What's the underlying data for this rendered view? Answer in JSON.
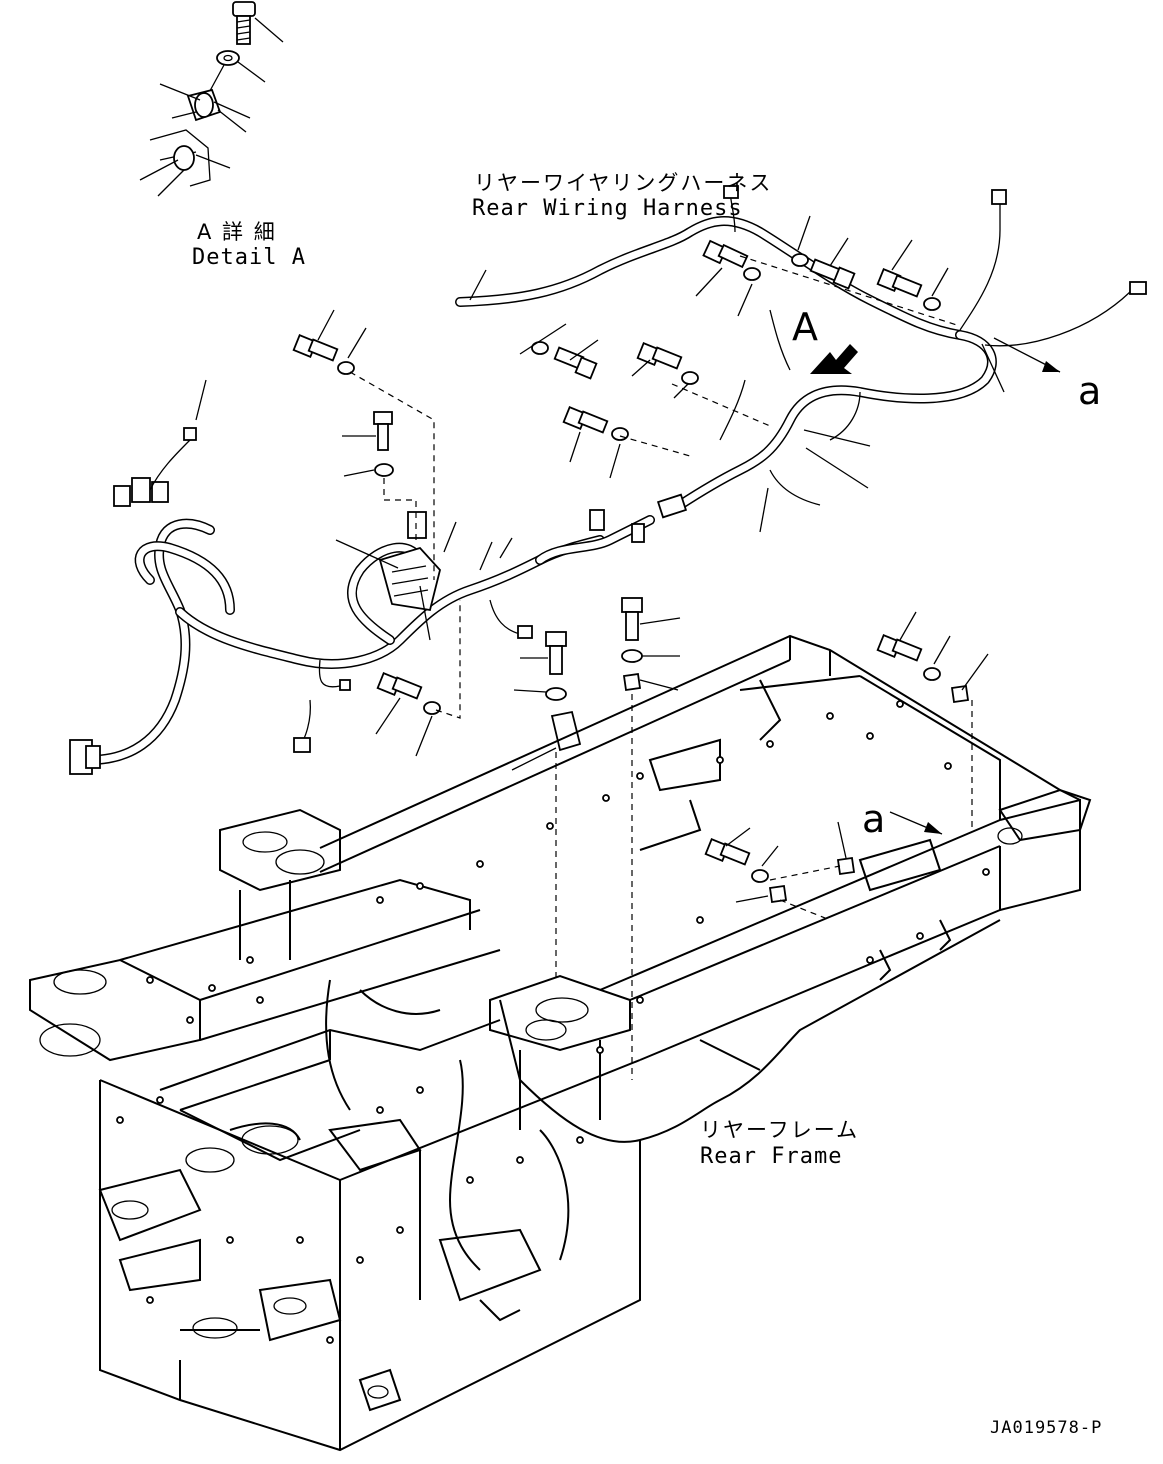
{
  "labels": {
    "detail_a_jp": "A 詳 細",
    "detail_a_en": "Detail A",
    "harness_jp": "リヤーワイヤリングハーネス",
    "harness_en": "Rear Wiring Harness",
    "frame_jp": "リヤーフレーム",
    "frame_en": "Rear Frame",
    "marker_a_upper": "A",
    "marker_a_lower_right": "a",
    "marker_a_lower_mid": "a",
    "drawing_ref": "JA019578-P"
  }
}
